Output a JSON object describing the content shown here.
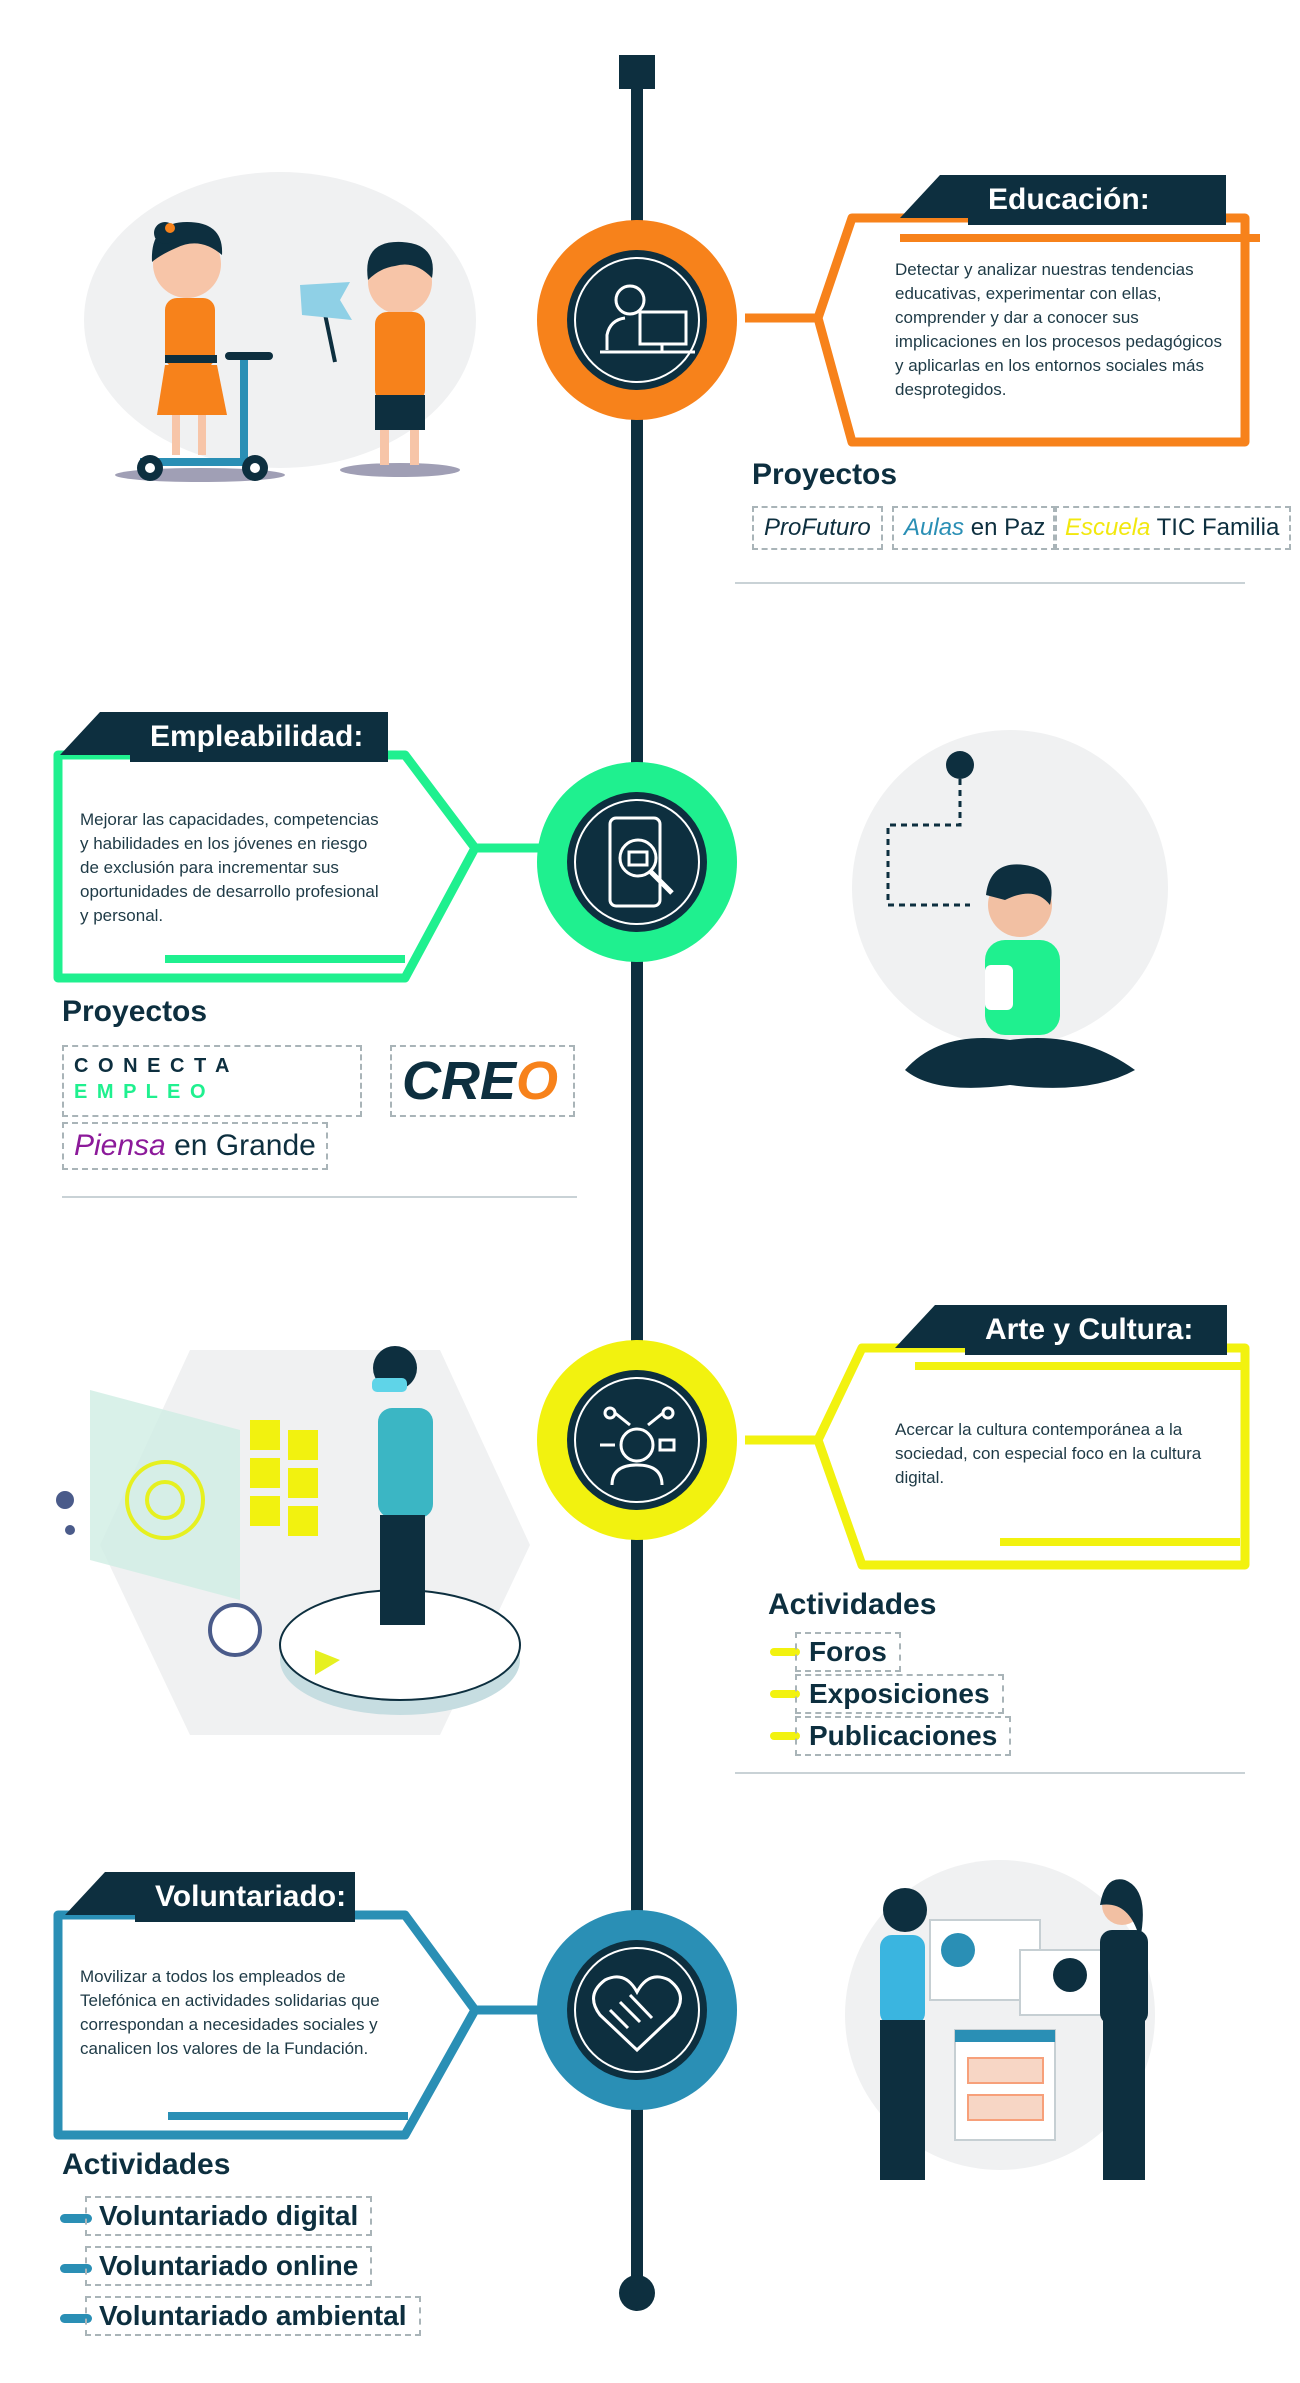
{
  "sections": [
    {
      "title": "Educación:",
      "color": "#f7821b",
      "description": "Detectar y analizar nuestras tendencias educativas, experimentar con ellas, comprender y dar a conocer sus implicaciones en los procesos pedagógicos y aplicarlas en los entornos sociales más desprotegidos.",
      "list_heading": "Proyectos",
      "logos": [
        {
          "part1": "ProFuturo",
          "part2": ""
        },
        {
          "part1": "Aulas",
          "part2": " en Paz"
        },
        {
          "part1": "Escuela",
          "part2": " TIC Familia"
        }
      ],
      "icon": "teacher-computer-icon"
    },
    {
      "title": "Empleabilidad:",
      "color": "#1ff08f",
      "description": "Mejorar las capacidades, competencias y habilidades en los jóvenes en riesgo de exclusión para incrementar sus oportunidades de desarrollo profesional y personal.",
      "list_heading": "Proyectos",
      "logos": [
        {
          "part1": "C O N E C T A",
          "part2": "E M P L E O"
        },
        {
          "part1": "CRE",
          "part2": "O"
        },
        {
          "part1": "Piensa",
          "part2": " en Grande"
        }
      ],
      "icon": "phone-job-search-icon"
    },
    {
      "title": "Arte y Cultura:",
      "color": "#f2f20f",
      "description": "Acercar la cultura contemporánea a la sociedad, con especial foco en la cultura digital.",
      "list_heading": "Actividades",
      "items": [
        "Foros",
        "Exposiciones",
        "Publicaciones"
      ],
      "icon": "digital-person-icon"
    },
    {
      "title": "Voluntariado:",
      "color": "#2a8fb5",
      "description": "Movilizar a todos los empleados de Telefónica en actividades solidarias que correspondan a necesidades sociales y canalicen los valores de la Fundación.",
      "list_heading": "Actividades",
      "items": [
        "Voluntariado digital",
        "Voluntariado online",
        "Voluntariado ambiental"
      ],
      "icon": "handshake-heart-icon"
    }
  ],
  "colors": {
    "navy": "#0d2f3f",
    "teal_dark": "#1c6e86",
    "gray": "#a9b4b8"
  }
}
